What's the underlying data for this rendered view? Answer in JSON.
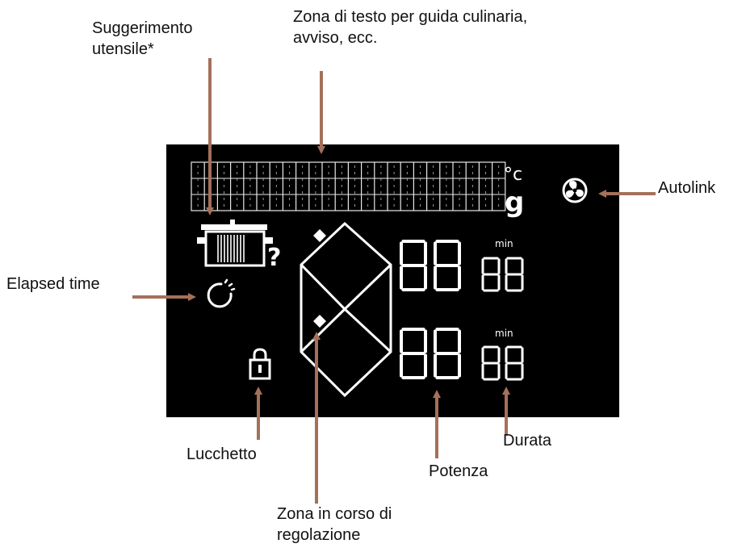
{
  "colors": {
    "panel": "#000000",
    "segment": "#ffffff",
    "arrow": "#a5705a",
    "label_text": "#111111"
  },
  "units": {
    "celsius": "°c",
    "grams": "g",
    "min_top": "min",
    "min_bottom": "min"
  },
  "callouts": {
    "utensil_hint": {
      "line1": "Suggerimento",
      "line2": "utensile*"
    },
    "text_zone": {
      "line1": "Zona di testo per guida culinaria,",
      "line2": "avviso, ecc."
    },
    "autolink": "Autolink",
    "elapsed_time": "Elapsed time",
    "lock": "Lucchetto",
    "power": "Potenza",
    "duration": "Durata",
    "zone_adjusting": {
      "line1": "Zona in corso di",
      "line2": "regolazione"
    }
  },
  "icons": {
    "pot": "pot-icon",
    "question": "question-mark-icon",
    "fan": "fan-icon",
    "timer": "timer-icon",
    "padlock": "padlock-icon",
    "zone_diamond": "zone-diamond-icon"
  }
}
